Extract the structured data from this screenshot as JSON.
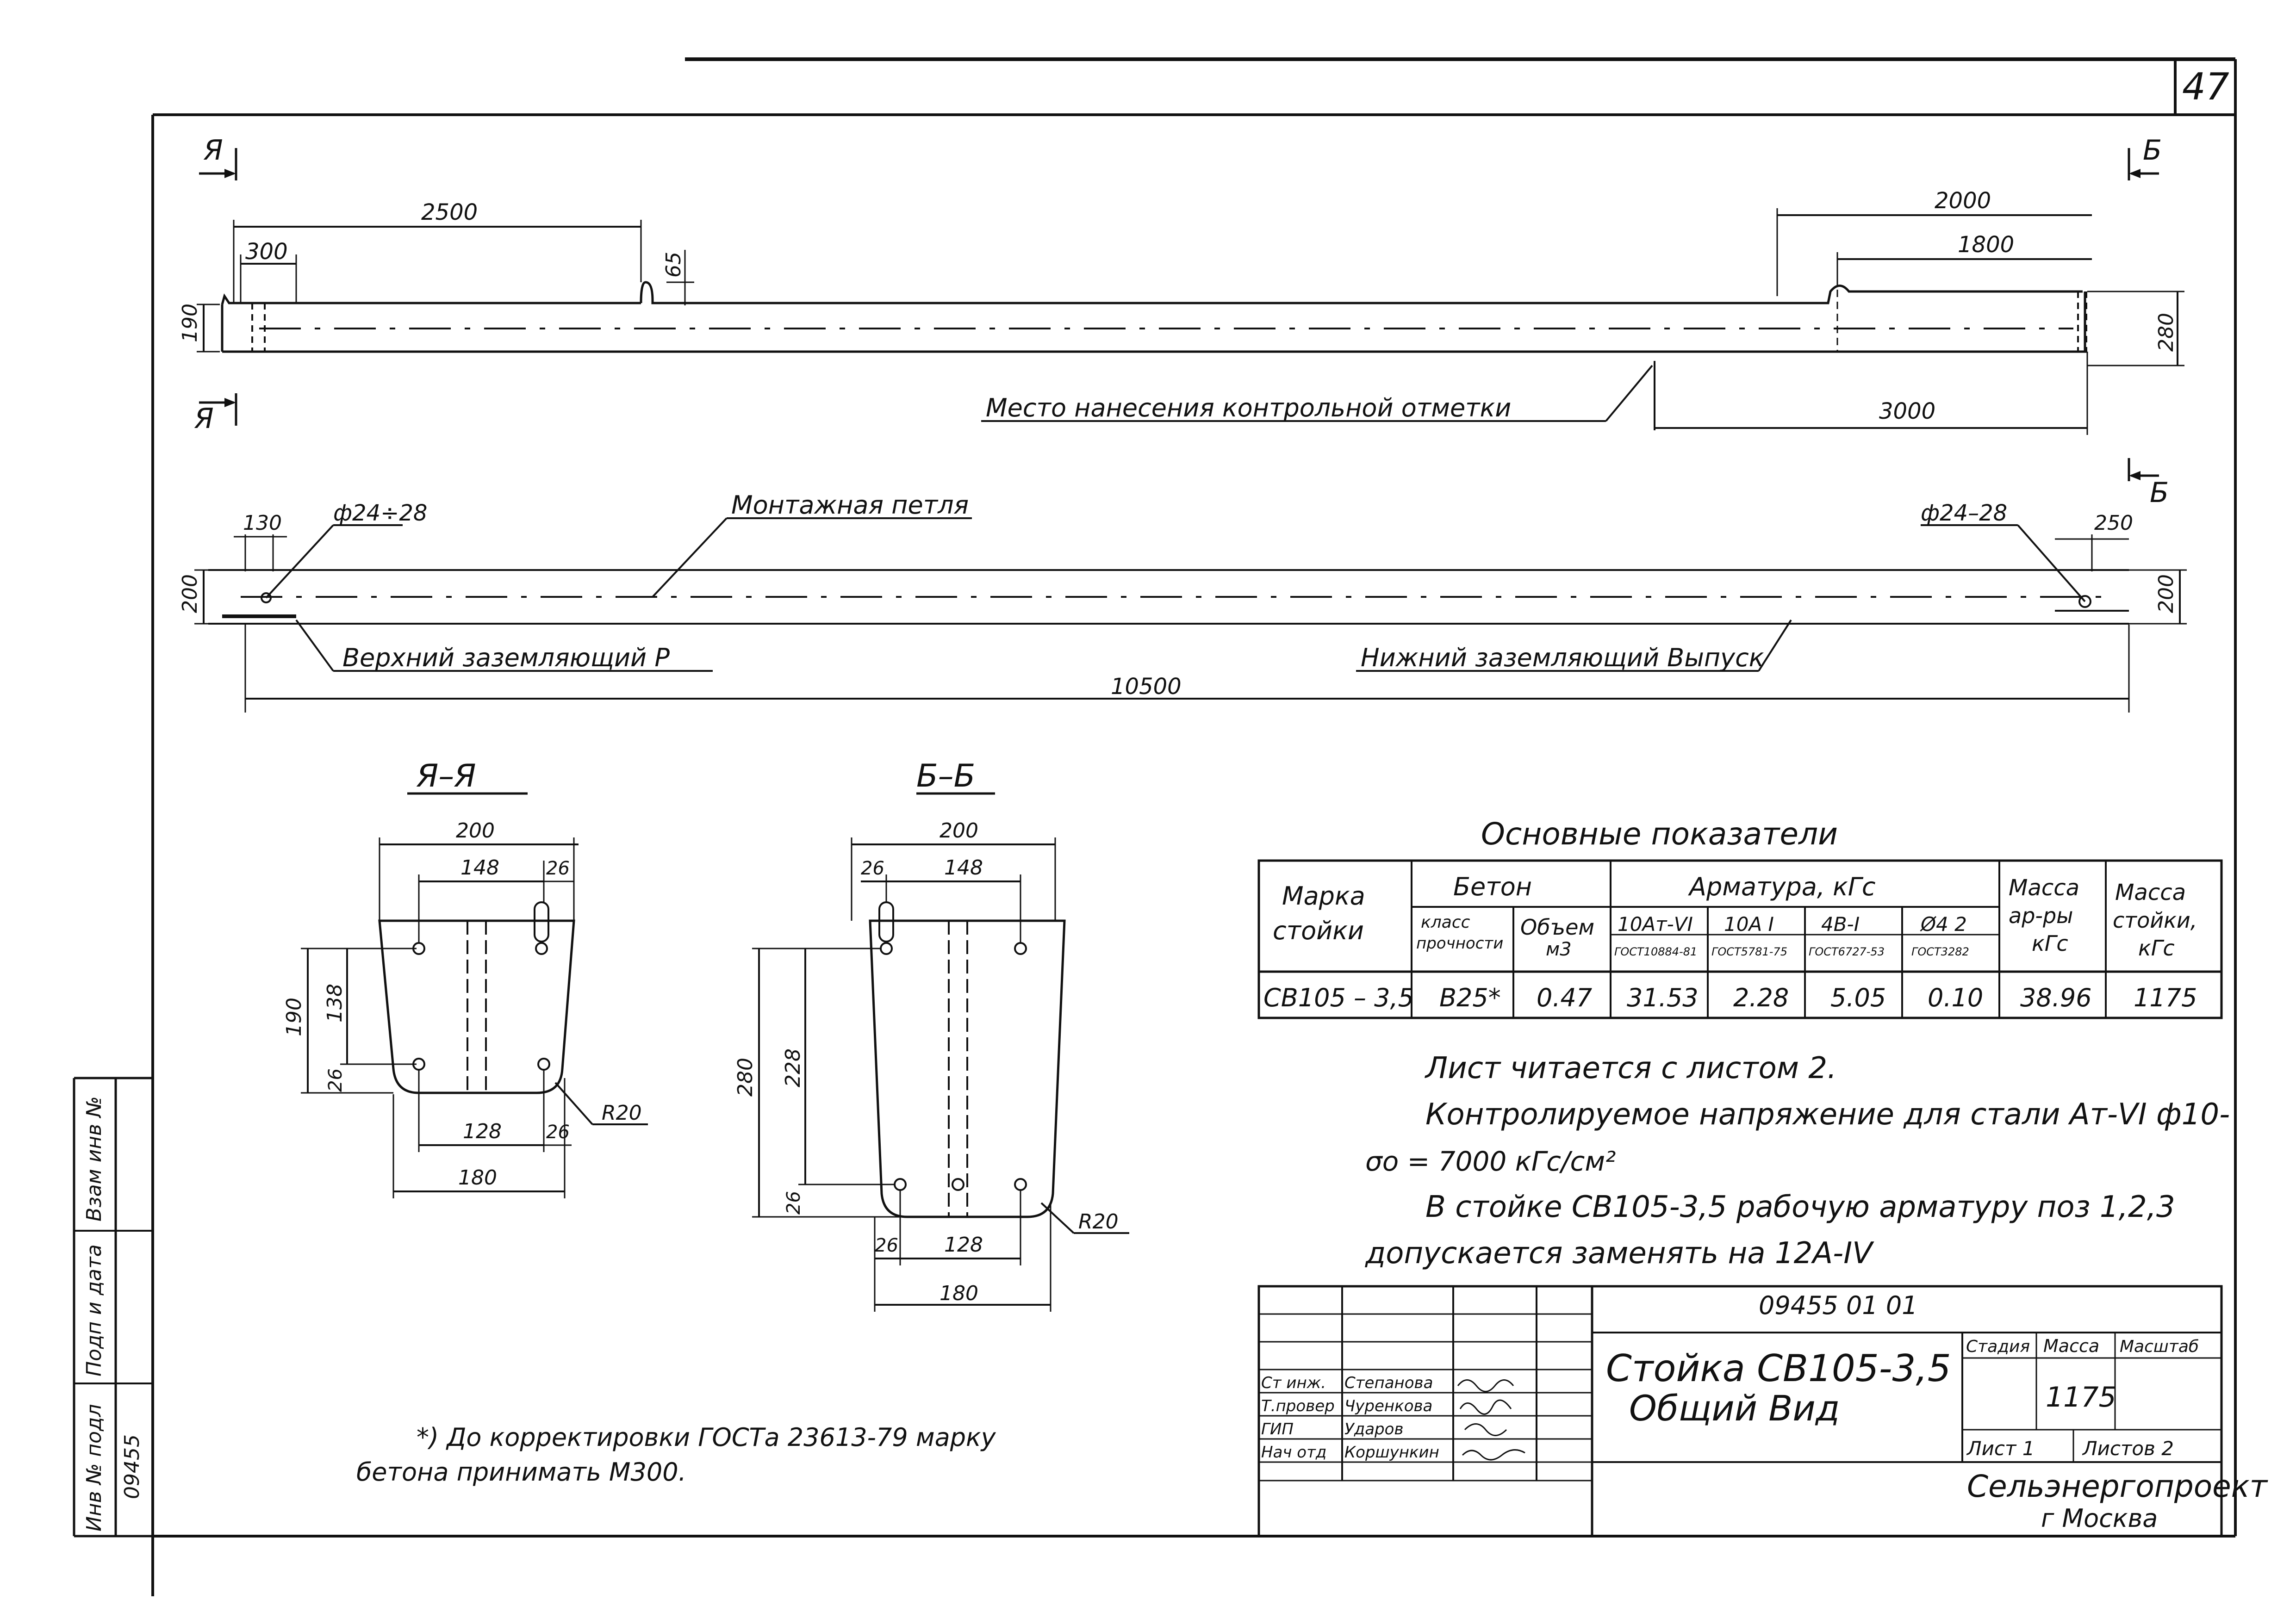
{
  "sheet_number": "47",
  "view_markers": {
    "section_a_top": "Я",
    "section_a_bottom": "Я",
    "section_b_top": "Б",
    "section_b_bottom": "Б"
  },
  "side_view": {
    "dim_2500": "2500",
    "dim_300": "300",
    "dim_65": "65",
    "dim_2000": "2000",
    "dim_1800": "1800",
    "dim_190": "190",
    "dim_280": "280",
    "dim_3000": "3000",
    "mark_label": "Место нанесения контрольной отметки"
  },
  "plan_view": {
    "dim_130": "130",
    "hole_left": "ф24÷28",
    "loop_label": "Монтажная петля",
    "hole_right": "ф24–28",
    "dim_250": "250",
    "dim_200_left": "200",
    "dim_200_right": "200",
    "upper_ground": "Верхний заземляющий Р",
    "lower_ground": "Нижний заземляющий Выпуск",
    "dim_10500": "10500"
  },
  "section_aa": {
    "title": "Я–Я",
    "w200": "200",
    "w148": "148",
    "w26_top": "26",
    "h190": "190",
    "h138": "138",
    "h26": "26",
    "w128": "128",
    "w26_bot": "26",
    "w180": "180",
    "radius": "R20"
  },
  "section_bb": {
    "title": "Б–Б",
    "w200": "200",
    "w26_top": "26",
    "w148": "148",
    "h280": "280",
    "h228": "228",
    "h26": "26",
    "w26_bot": "26",
    "w128": "128",
    "w180": "180",
    "radius": "R20"
  },
  "indicators": {
    "title": "Основные показатели",
    "h_marka": "Марка",
    "h_stoiki": "стойки",
    "h_beton": "Бетон",
    "h_klass": "класс",
    "h_prochn": "прочности",
    "h_obem": "Объем",
    "h_m3": "м3",
    "h_armatura": "Арматура, кГс",
    "h_a1": "10Ат-VI",
    "h_a2": "10А I",
    "h_a3": "4В-I",
    "h_a4": "Ø4 2",
    "g_a1": "ГОСТ10884-81",
    "g_a2": "ГОСТ5781-75",
    "g_a3": "ГОСТ6727-53",
    "g_a4": "ГОСТ3282",
    "h_massa_ar1": "Масса",
    "h_massa_ar2": "ар-ры",
    "h_massa_ar3": "кГс",
    "h_massa_st1": "Масса",
    "h_massa_st2": "стойки,",
    "h_massa_st3": "кГс",
    "row": {
      "marka": "СВ105 – 3,5",
      "klass": "В25*",
      "obem": "0.47",
      "a1": "31.53",
      "a2": "2.28",
      "a3": "5.05",
      "a4": "0.10",
      "massa_ar": "38.96",
      "massa_st": "1175"
    }
  },
  "notes": [
    "Лист читается с листом 2.",
    "Контролируемое напряжение для стали Ат-VI ф10-",
    "σо = 7000 кГс/см²",
    "В стойке СВ105-3,5 рабочую арматуру поз 1,2,3",
    "допускается заменять на 12А-IV"
  ],
  "footnote": [
    "*) До корректировки ГОСТа 23613-79 марку",
    "бетона принимать М300."
  ],
  "side_stamp": {
    "inv": "Инв № подл",
    "sign": "Подп и дата",
    "vzam": "Взам инв №",
    "inv_value": "09455"
  },
  "title_block": {
    "doc_code": "09455 01 01",
    "title1": "Стойка СВ105-3,5",
    "title2": "Общий Вид",
    "stadia": "Стадия",
    "massa": "Масса",
    "masshtab": "Масштаб",
    "massa_value": "1175",
    "list": "Лист 1",
    "listov": "Листов 2",
    "org1": "Сельэнергопроект",
    "org2": "г Москва",
    "roles": [
      "Ст инж.",
      "Т.провер",
      "ГИП",
      "Нач отд"
    ],
    "names": [
      "Степанова",
      "Чуренкова",
      "Ударов",
      "Коршункин"
    ]
  }
}
